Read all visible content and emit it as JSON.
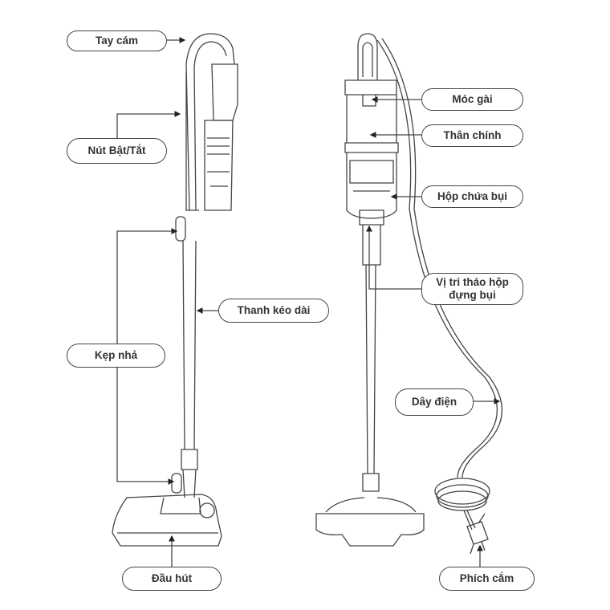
{
  "labels": {
    "handle": "Tay cám",
    "power_button": "Nút Bật/Tắt",
    "release_clip": "Kẹp nhả",
    "extension_tube": "Thanh kéo dài",
    "nozzle": "Đầu hút",
    "hook": "Móc gài",
    "main_body": "Thân chính",
    "dust_box": "Hộp chứa bụi",
    "dust_box_release": "Vị tri tháo hộp đựng bụi",
    "power_cord": "Dây điện",
    "plug": "Phích cắm"
  },
  "colors": {
    "line": "#444444",
    "text": "#333333"
  }
}
